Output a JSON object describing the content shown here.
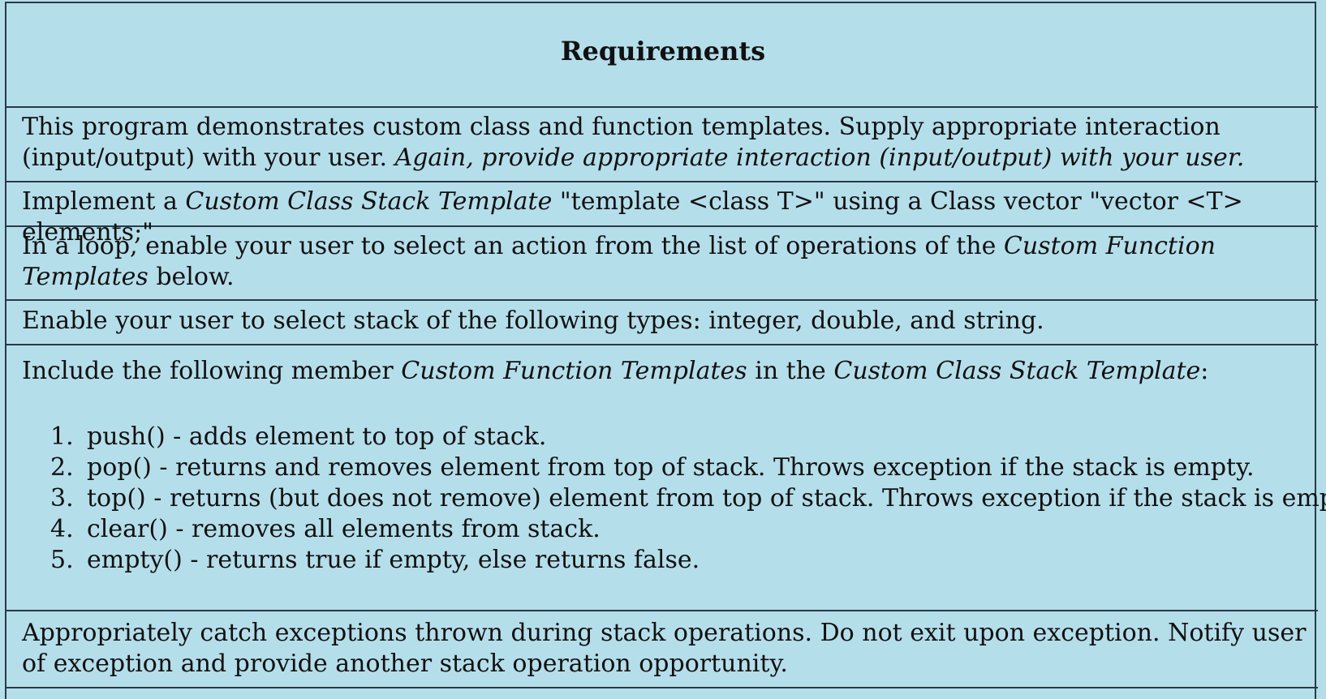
{
  "heading": "Requirements",
  "rows": {
    "intro": {
      "text": "This program demonstrates custom class and function templates. Supply appropriate interaction (input/output) with your user.",
      "emphasis": "Again, provide appropriate interaction (input/output) with your user."
    },
    "implement": {
      "prefix": "Implement a",
      "emphasis": "Custom Class Stack Template",
      "suffix": "\"template <class T>\" using a Class vector \"vector <T> elements;\""
    },
    "loop": {
      "prefix": "In a loop, enable your user to select an action from the list of operations of the",
      "emphasis": "Custom Function Templates",
      "suffix": "below."
    },
    "types": {
      "text": "Enable your user to select stack of the following types: integer, double, and string."
    },
    "include": {
      "prefix": "Include the following member",
      "emphasis1": "Custom Function Templates",
      "middle": "in the",
      "emphasis2": "Custom Class Stack Template",
      "suffix": ":"
    },
    "exceptions": {
      "text": "Appropriately catch exceptions thrown during stack operations. Do not exit upon exception. Notify user of exception and provide another stack operation opportunity."
    }
  },
  "functions": [
    {
      "num": "1.",
      "text": "push() - adds element to top of stack."
    },
    {
      "num": "2.",
      "text": "pop() - returns and removes element from top of stack. Throws exception if the stack is empty."
    },
    {
      "num": "3.",
      "text": "top() - returns (but does not remove) element from top of stack. Throws exception if the stack is empty."
    },
    {
      "num": "4.",
      "text": "clear() - removes all elements from stack."
    },
    {
      "num": "5.",
      "text": "empty() - returns true if empty, else returns false."
    }
  ],
  "colors": {
    "background": "#b5deeb",
    "border": "#2a3a44",
    "text": "#111111"
  }
}
